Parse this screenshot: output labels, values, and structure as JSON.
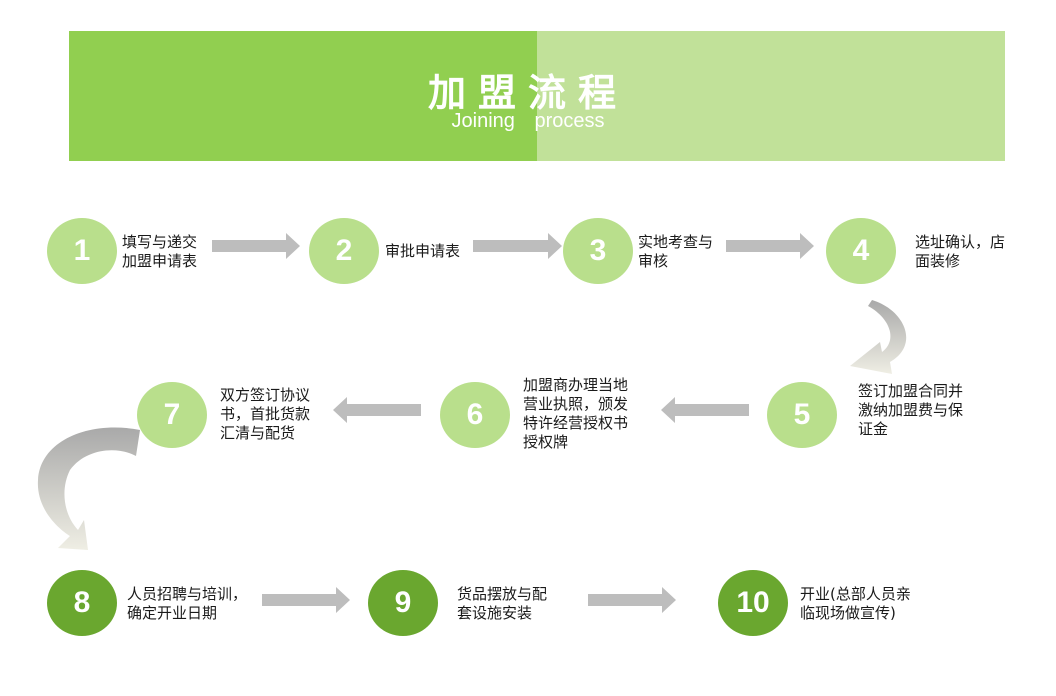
{
  "header": {
    "title": "加盟流程",
    "subtitle": "Joining  process"
  },
  "colors": {
    "banner_left": "#91cf50",
    "banner_right": "#c1e199",
    "circle_light": "#b9df8c",
    "circle_dark": "#6aa72f",
    "arrow": "#bdbdbd"
  },
  "steps": [
    {
      "num": "1",
      "lines": [
        "填写与递交",
        "加盟申请表"
      ]
    },
    {
      "num": "2",
      "lines": [
        "审批申请表"
      ]
    },
    {
      "num": "3",
      "lines": [
        "实地考查与",
        "审核"
      ]
    },
    {
      "num": "4",
      "lines": [
        "选址确认，店",
        "面装修"
      ]
    },
    {
      "num": "5",
      "lines": [
        "签订加盟合同并",
        "激纳加盟费与保",
        "证金"
      ]
    },
    {
      "num": "6",
      "lines": [
        "加盟商办理当地",
        "营业执照，颁发",
        "特许经营授权书",
        "授权牌"
      ]
    },
    {
      "num": "7",
      "lines": [
        "双方签订协议",
        "书，首批货款",
        "汇清与配货"
      ]
    },
    {
      "num": "8",
      "lines": [
        "人员招聘与培训，",
        "确定开业日期"
      ]
    },
    {
      "num": "9",
      "lines": [
        "货品摆放与配",
        "套设施安装"
      ]
    },
    {
      "num": "10",
      "lines": [
        "开业(总部人员亲",
        "临现场做宣传)"
      ]
    }
  ]
}
